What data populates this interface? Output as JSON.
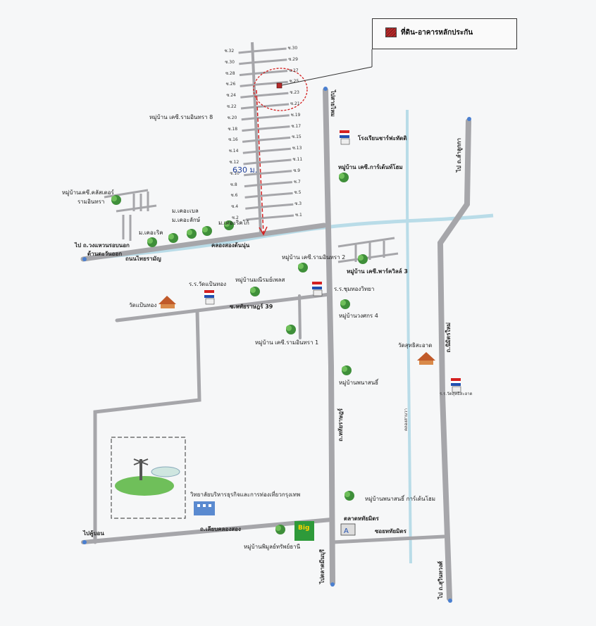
{
  "legend": {
    "label": "ที่ดิน-อาคารหลักประกัน",
    "swatch_color": "#b52a2a"
  },
  "colors": {
    "road": "#a6a6aa",
    "canal": "#b9dce8",
    "marker": "#d42020",
    "water_text": "#1f3f9a"
  },
  "sois_left": [
    "ซ.32",
    "ซ.30",
    "ซ.28",
    "ซ.26",
    "ซ.24",
    "ซ.22",
    "ซ.20",
    "ซ.18",
    "ซ.16",
    "ซ.14",
    "ซ.12",
    "ซ.10",
    "ซ.8",
    "ซ.6",
    "ซ.4",
    "ซ.2"
  ],
  "sois_right": [
    "ซ.30",
    "ซ.29",
    "ซ.27",
    "ซ.25",
    "ซ.23",
    "ซ.21",
    "ซ.19",
    "ซ.17",
    "ซ.15",
    "ซ.13",
    "ซ.11",
    "ซ.9",
    "ซ.7",
    "ซ.5",
    "ซ.3",
    "ซ.1"
  ],
  "labels": {
    "to_sai_mai": "ไปสายไหม",
    "to_lam_luk_ka": "ไป ถ.ลำลูกกา",
    "village_ks_raminthra_8": "หมู่บ้าน เคซี.รามอินทรา 8",
    "distance": "630 ม.",
    "school_charoen": "โรงเรียนชาร์ฟะทัตติ",
    "village_ks_garden_home": "หมู่บ้าน เคซี.การ์เด้นท์โฮม",
    "village_ks_cluster": "หมู่บ้านเคซี.คลัสเตอร์",
    "raminthra": "รามอินทรา",
    "m_ket_isabel": "ม.เคอะเบล",
    "m_ket_isalak": "ม.เคอะลักษ์",
    "m_ket_isaric": "ม.เคอะริค",
    "m_ket_isaricco": "ม.เคอะริคโก้",
    "to_outer_ring": "ไป ถ.วงแหวนรอบนอก",
    "east_side": "ด้านตะวันออก",
    "road_thai_raman": "ถนนไทยรามัญ",
    "canal_song_ton": "คลองสองต้นนุ่น",
    "village_ks_raminthra_2": "หมู่บ้าน เคซี.รามอินทรา 2",
    "village_ks_park_ville_3": "หมู่บ้าน เคซี.พาร์ควิลล์ 3",
    "school_wat_paen": "ร.ร.วัดแป้นทอง",
    "village_manee": "หมู่บ้านมณีรมย์เพลส",
    "school_chum_thong": "ร.ร.ชุมทองวิทยา",
    "wat_paen_thong": "วัดแป้นทอง",
    "soi_hathai_39": "ซ.หทัยราษฎร์ 39",
    "village_wongsakorn_4": "หมู่บ้านวงศกร 4",
    "village_ks_raminthra_1": "หมู่บ้าน เคซี.รามอินทรา 1",
    "wat_suthi": "วัดสุทธิสะอาด",
    "road_nimit_mai": "ถ.นิมิตรใหม่",
    "village_phanasonic": "หมู่บ้านพนาสนธิ์",
    "school_wat_suthi": "ร.ร.วัดสุทธิสะอาด",
    "road_hathai": "ถ.หทัยราษฎร์",
    "canal_sam_wa": "คลองสามวา",
    "college": "วิทยาลัยบริหารธุรกิจและการท่องเที่ยวกรุงเทพ",
    "village_phanasonic_garden": "หมู่บ้านพนาสนธิ์ การ์เด้นโฮม",
    "to_khu_bon": "ไปคู้บอน",
    "road_liap_khlong_song": "ถ.เลียบคลองสอง",
    "big_c": "Big",
    "market_hathai": "ตลาดหทัยมิตร",
    "soi_hathai_mit": "ซอยหทัยมิตร",
    "village_phimon": "หมู่บ้านพิมูลย์ทรัพย์ธานี",
    "to_talad_min_buri": "ไปตลาดมีนบุรี",
    "to_suwinthawong": "ไป ถ.สุวินทวงศ์"
  }
}
